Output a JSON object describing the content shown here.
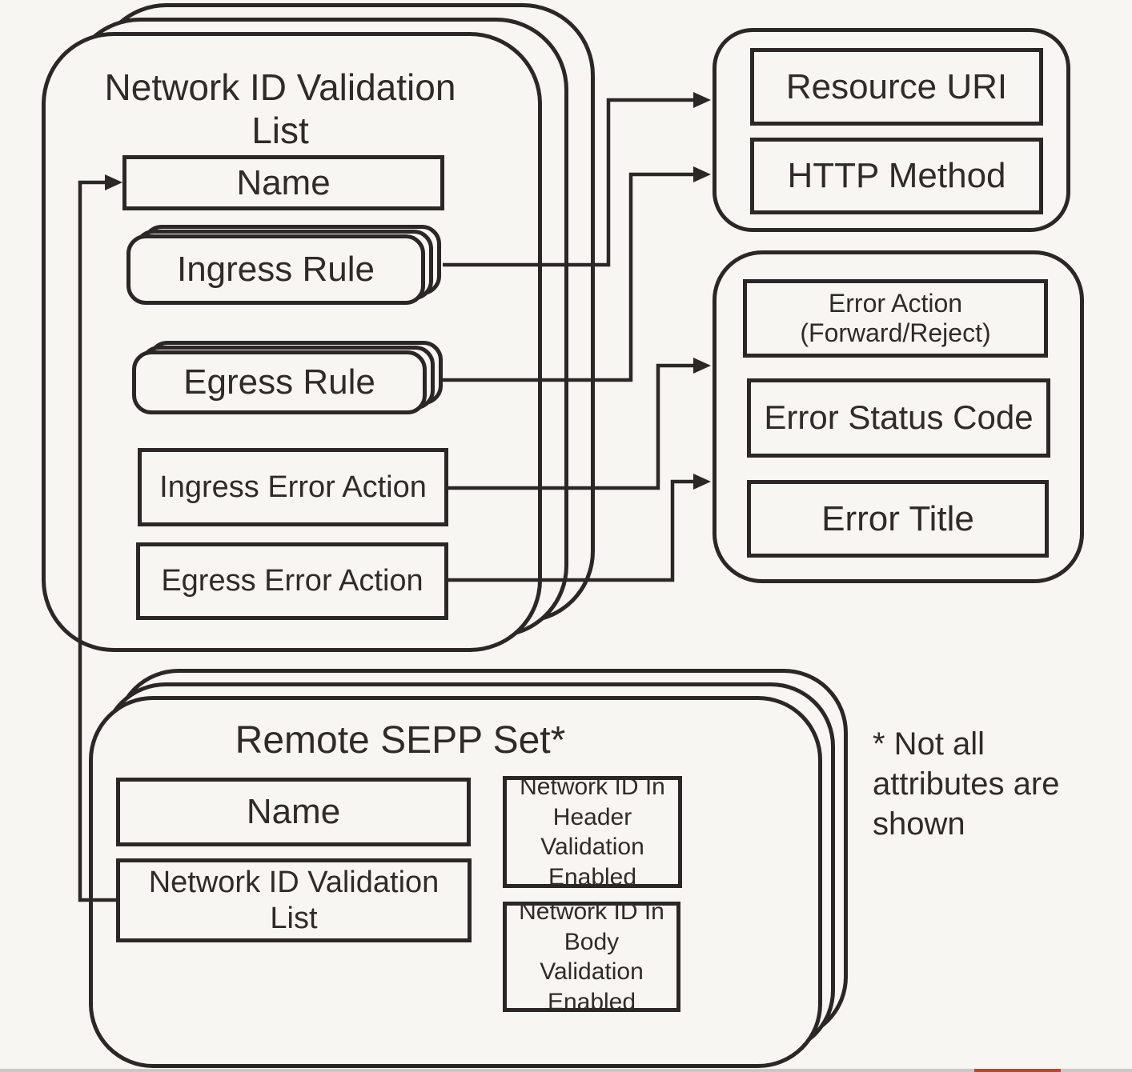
{
  "colors": {
    "line": "#2b2726",
    "background": "#f8f6f3",
    "accent_red": "#bf4337"
  },
  "validation_list": {
    "title": "Network ID Validation\nList",
    "name": "Name",
    "ingress_rule": "Ingress Rule",
    "egress_rule": "Egress Rule",
    "ingress_error_action": "Ingress Error Action",
    "egress_error_action": "Egress Error Action"
  },
  "request_attrs": {
    "resource_uri": "Resource URI",
    "http_method": "HTTP Method"
  },
  "error_attrs": {
    "error_action": "Error Action\n(Forward/Reject)",
    "error_status_code": "Error Status Code",
    "error_title": "Error Title"
  },
  "remote_sepp": {
    "title": "Remote SEPP Set*",
    "name": "Name",
    "network_id_validation_list": "Network ID Validation\nList",
    "header_validation": "Network ID In\nHeader Validation\nEnabled",
    "body_validation": "Network ID In Body\nValidation Enabled"
  },
  "note": "* Not all\nattributes are\nshown"
}
